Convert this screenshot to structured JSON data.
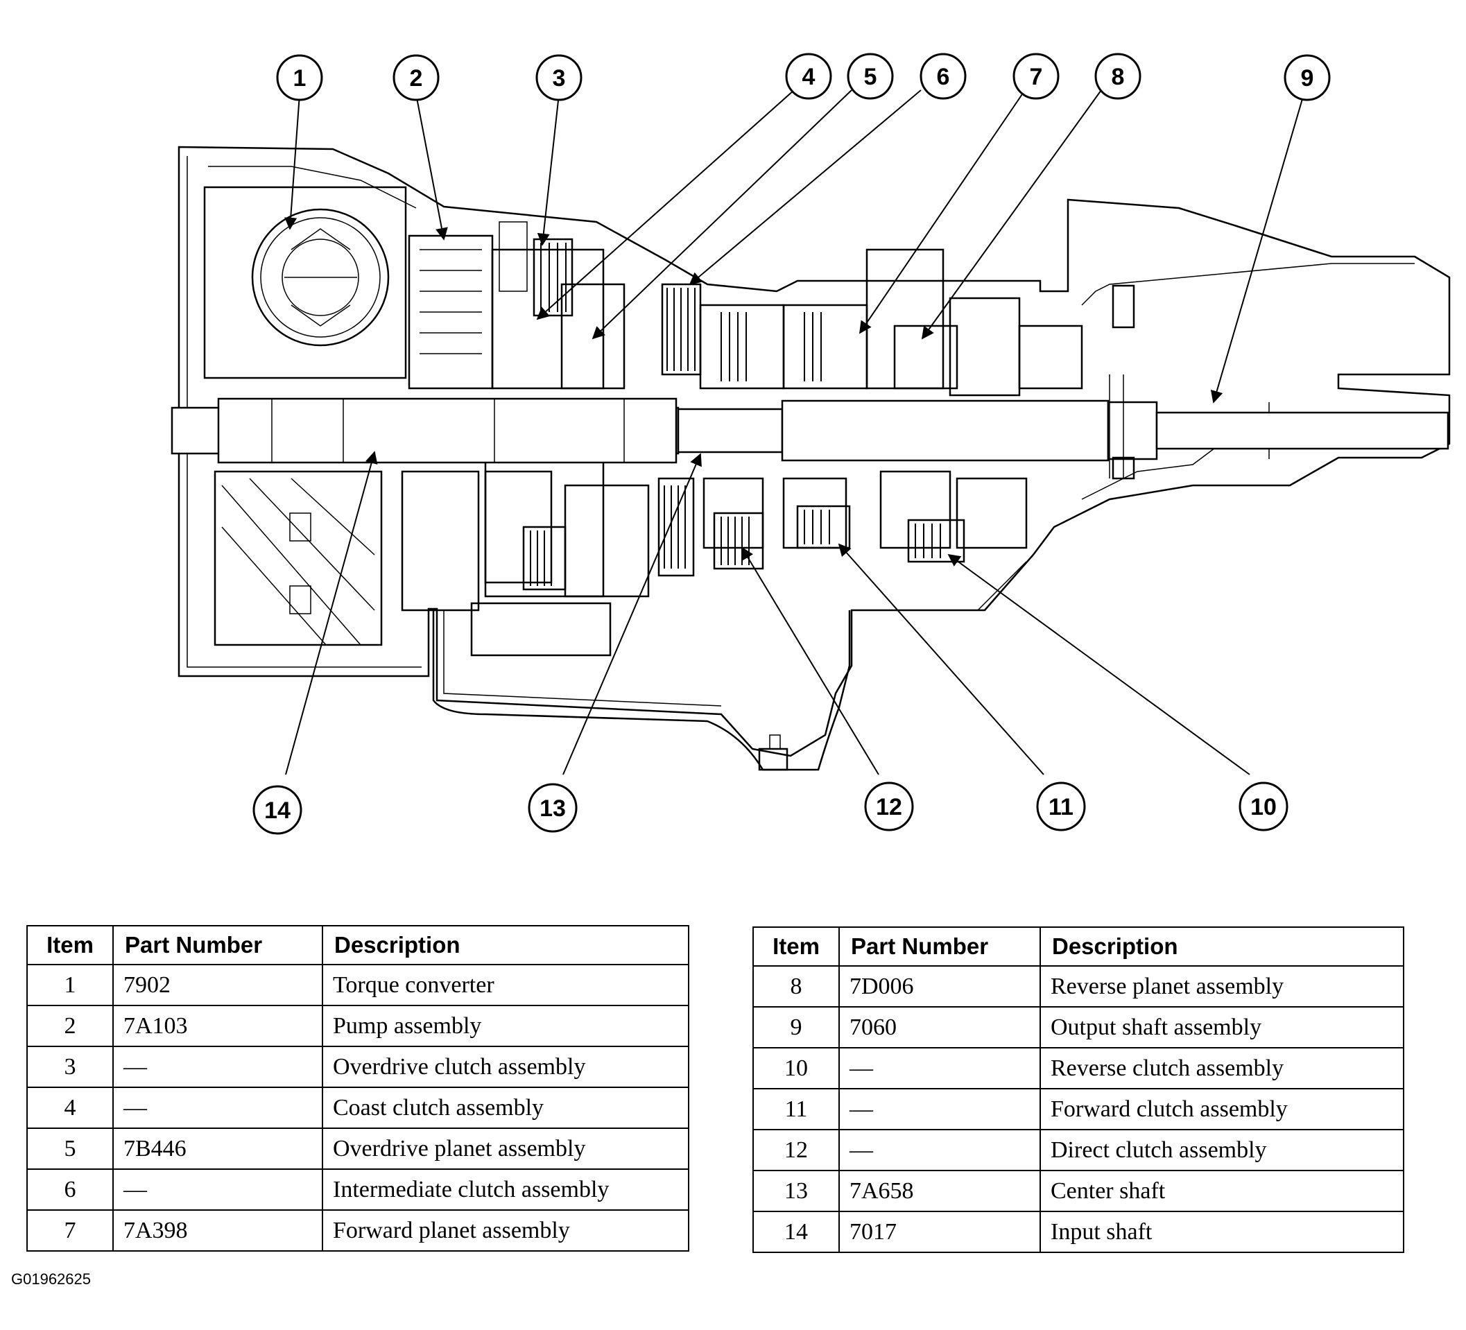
{
  "callouts": [
    "1",
    "2",
    "3",
    "4",
    "5",
    "6",
    "7",
    "8",
    "9",
    "10",
    "11",
    "12",
    "13",
    "14"
  ],
  "table_headers": {
    "item": "Item",
    "part_number": "Part Number",
    "description": "Description"
  },
  "parts_left": [
    {
      "item": "1",
      "part_number": "7902",
      "description": "Torque converter"
    },
    {
      "item": "2",
      "part_number": "7A103",
      "description": "Pump assembly"
    },
    {
      "item": "3",
      "part_number": "—",
      "description": "Overdrive clutch assembly"
    },
    {
      "item": "4",
      "part_number": "—",
      "description": "Coast clutch assembly"
    },
    {
      "item": "5",
      "part_number": "7B446",
      "description": "Overdrive planet assembly"
    },
    {
      "item": "6",
      "part_number": "—",
      "description": "Intermediate clutch assembly"
    },
    {
      "item": "7",
      "part_number": "7A398",
      "description": "Forward planet assembly"
    }
  ],
  "parts_right": [
    {
      "item": "8",
      "part_number": "7D006",
      "description": "Reverse planet assembly"
    },
    {
      "item": "9",
      "part_number": "7060",
      "description": "Output shaft assembly"
    },
    {
      "item": "10",
      "part_number": "—",
      "description": "Reverse clutch assembly"
    },
    {
      "item": "11",
      "part_number": "—",
      "description": "Forward clutch assembly"
    },
    {
      "item": "12",
      "part_number": "—",
      "description": "Direct clutch assembly"
    },
    {
      "item": "13",
      "part_number": "7A658",
      "description": "Center shaft"
    },
    {
      "item": "14",
      "part_number": "7017",
      "description": "Input shaft"
    }
  ],
  "figure_id": "G01962625"
}
